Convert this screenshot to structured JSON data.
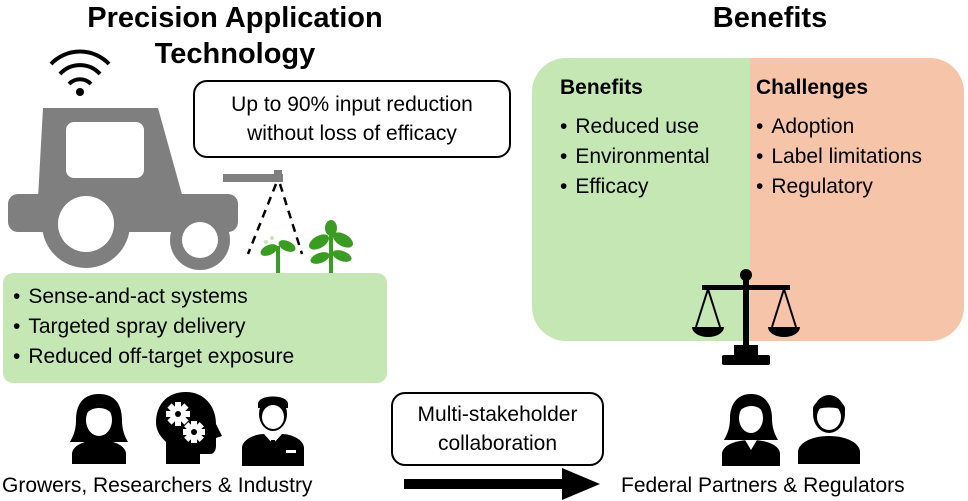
{
  "left": {
    "title_line1": "Precision Application",
    "title_line2": "Technology",
    "callout_line1": "Up to 90% input reduction",
    "callout_line2": "without loss of efficacy",
    "features": [
      "Sense-and-act systems",
      "Targeted spray delivery",
      "Reduced off-target exposure"
    ],
    "stakeholders_caption": "Growers, Researchers & Industry"
  },
  "middle": {
    "collab_line1": "Multi-stakeholder",
    "collab_line2": "collaboration"
  },
  "right": {
    "title": "Benefits",
    "benefits_heading": "Benefits",
    "benefits": [
      "Reduced use",
      "Environmental",
      "Efficacy"
    ],
    "challenges_heading": "Challenges",
    "challenges": [
      "Adoption",
      "Label limitations",
      "Regulatory"
    ],
    "regulators_caption": "Federal Partners & Regulators"
  },
  "colors": {
    "green": "#c5e7b3",
    "salmon": "#f6c5a9",
    "tractor_gray": "#7f7f7f",
    "plant_green": "#3a9d23",
    "icon_black": "#000000"
  },
  "icons": [
    "wifi-icon",
    "tractor-icon",
    "spray-nozzle-icon",
    "plant-icon",
    "woman-icon",
    "head-gears-icon",
    "businessman-icon",
    "arrow-right-icon",
    "scale-icon",
    "man-icon"
  ]
}
